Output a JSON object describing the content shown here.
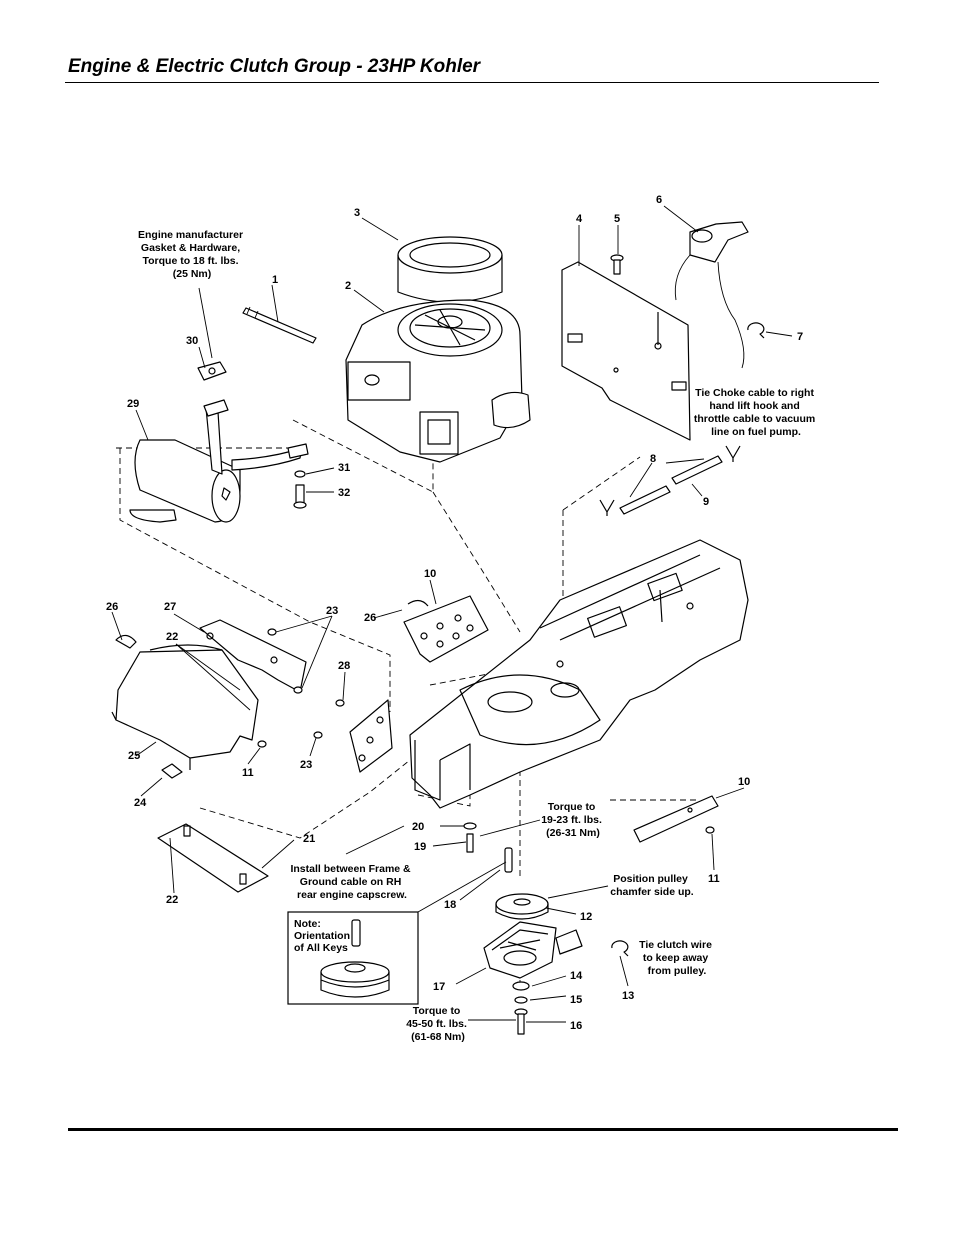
{
  "header": {
    "title": "Engine & Electric Clutch Group - 23HP Kohler"
  },
  "callouts": [
    "1",
    "2",
    "3",
    "4",
    "5",
    "6",
    "7",
    "8",
    "9",
    "10",
    "10",
    "11",
    "11",
    "12",
    "13",
    "14",
    "15",
    "16",
    "17",
    "18",
    "19",
    "20",
    "21",
    "22",
    "22",
    "23",
    "23",
    "24",
    "25",
    "26",
    "26",
    "27",
    "28",
    "29",
    "30",
    "31",
    "32"
  ],
  "notes": {
    "gasket": [
      "Engine manufacturer",
      "Gasket & Hardware,",
      "Torque to 18 ft. lbs.",
      "(25 Nm)"
    ],
    "choke": [
      "Tie Choke cable to right",
      "hand lift hook and",
      "throttle cable to vacuum",
      "line on fuel pump."
    ],
    "torque_19_23": [
      "Torque to",
      "19-23 ft. lbs.",
      "(26-31 Nm)"
    ],
    "install_ground": [
      "Install between Frame &",
      "Ground cable on RH",
      "rear engine capscrew."
    ],
    "position_pulley": [
      "Position pulley",
      "chamfer side up."
    ],
    "clutch_wire": [
      "Tie clutch wire",
      "to keep away",
      "from pulley."
    ],
    "torque_45_50": [
      "Torque to",
      "45-50 ft. lbs.",
      "(61-68 Nm)"
    ],
    "keys_note": [
      "Note:",
      "Orientation",
      "of All Keys"
    ]
  }
}
